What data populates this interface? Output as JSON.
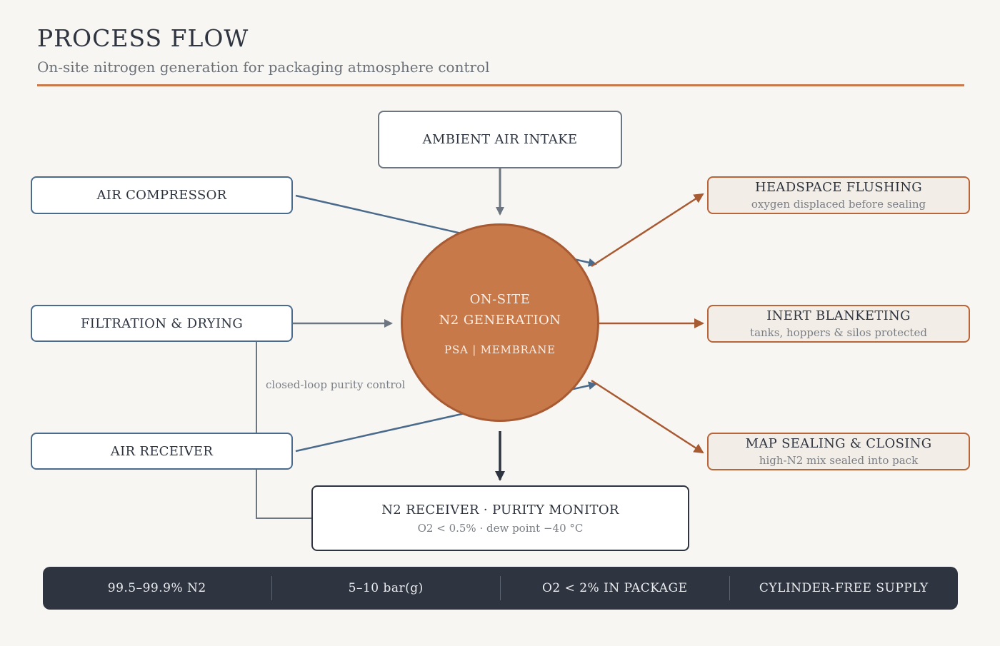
{
  "header": {
    "title": "PROCESS FLOW",
    "subtitle": "On-site nitrogen generation for packaging atmosphere control"
  },
  "hub": {
    "line1": "ON-SITE",
    "line2": "N2 GENERATION",
    "tech": "PSA | MEMBRANE"
  },
  "inputs": {
    "intake": "AMBIENT AIR INTAKE",
    "compressor": "AIR COMPRESSOR",
    "filtration": "FILTRATION & DRYING",
    "receiver": "AIR RECEIVER"
  },
  "outputs": [
    {
      "label": "HEADSPACE FLUSHING",
      "detail": "oxygen displaced before sealing"
    },
    {
      "label": "INERT BLANKETING",
      "detail": "tanks, hoppers & silos protected"
    },
    {
      "label": "MAP SEALING & CLOSING",
      "detail": "high-N2 mix sealed into pack"
    }
  ],
  "monitor": {
    "label": "N2 RECEIVER · PURITY MONITOR",
    "detail": "O2 < 0.5% · dew point −40 °C"
  },
  "loop_label": "closed-loop purity control",
  "footer": [
    "99.5–99.9% N2",
    "5–10 bar(g)",
    "O2 < 2% IN PACKAGE",
    "CYLINDER-FREE SUPPLY"
  ],
  "colors": {
    "accent": "#c8794a",
    "input_stroke": "#4a6b8c",
    "output_stroke": "#b9653a",
    "dark": "#2f3540"
  }
}
